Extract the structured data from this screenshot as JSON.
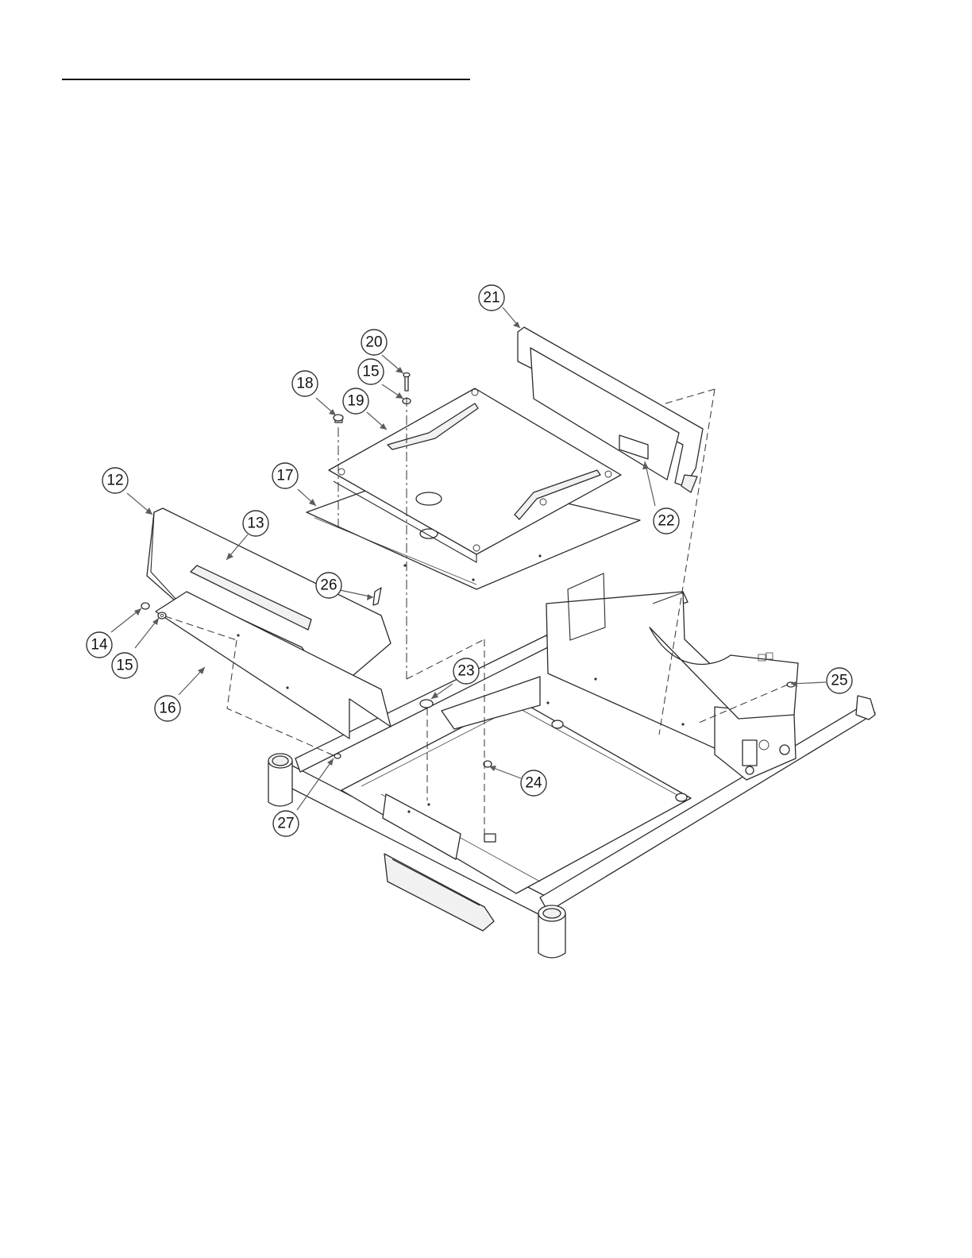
{
  "diagram": {
    "callouts": [
      {
        "id": "c21",
        "label": "21"
      },
      {
        "id": "c20",
        "label": "20"
      },
      {
        "id": "c15a",
        "label": "15"
      },
      {
        "id": "c18",
        "label": "18"
      },
      {
        "id": "c19",
        "label": "19"
      },
      {
        "id": "c12",
        "label": "12"
      },
      {
        "id": "c17",
        "label": "17"
      },
      {
        "id": "c13",
        "label": "13"
      },
      {
        "id": "c22",
        "label": "22"
      },
      {
        "id": "c26",
        "label": "26"
      },
      {
        "id": "c14",
        "label": "14"
      },
      {
        "id": "c15b",
        "label": "15"
      },
      {
        "id": "c23",
        "label": "23"
      },
      {
        "id": "c25",
        "label": "25"
      },
      {
        "id": "c16",
        "label": "16"
      },
      {
        "id": "c24",
        "label": "24"
      },
      {
        "id": "c27",
        "label": "27"
      }
    ]
  }
}
